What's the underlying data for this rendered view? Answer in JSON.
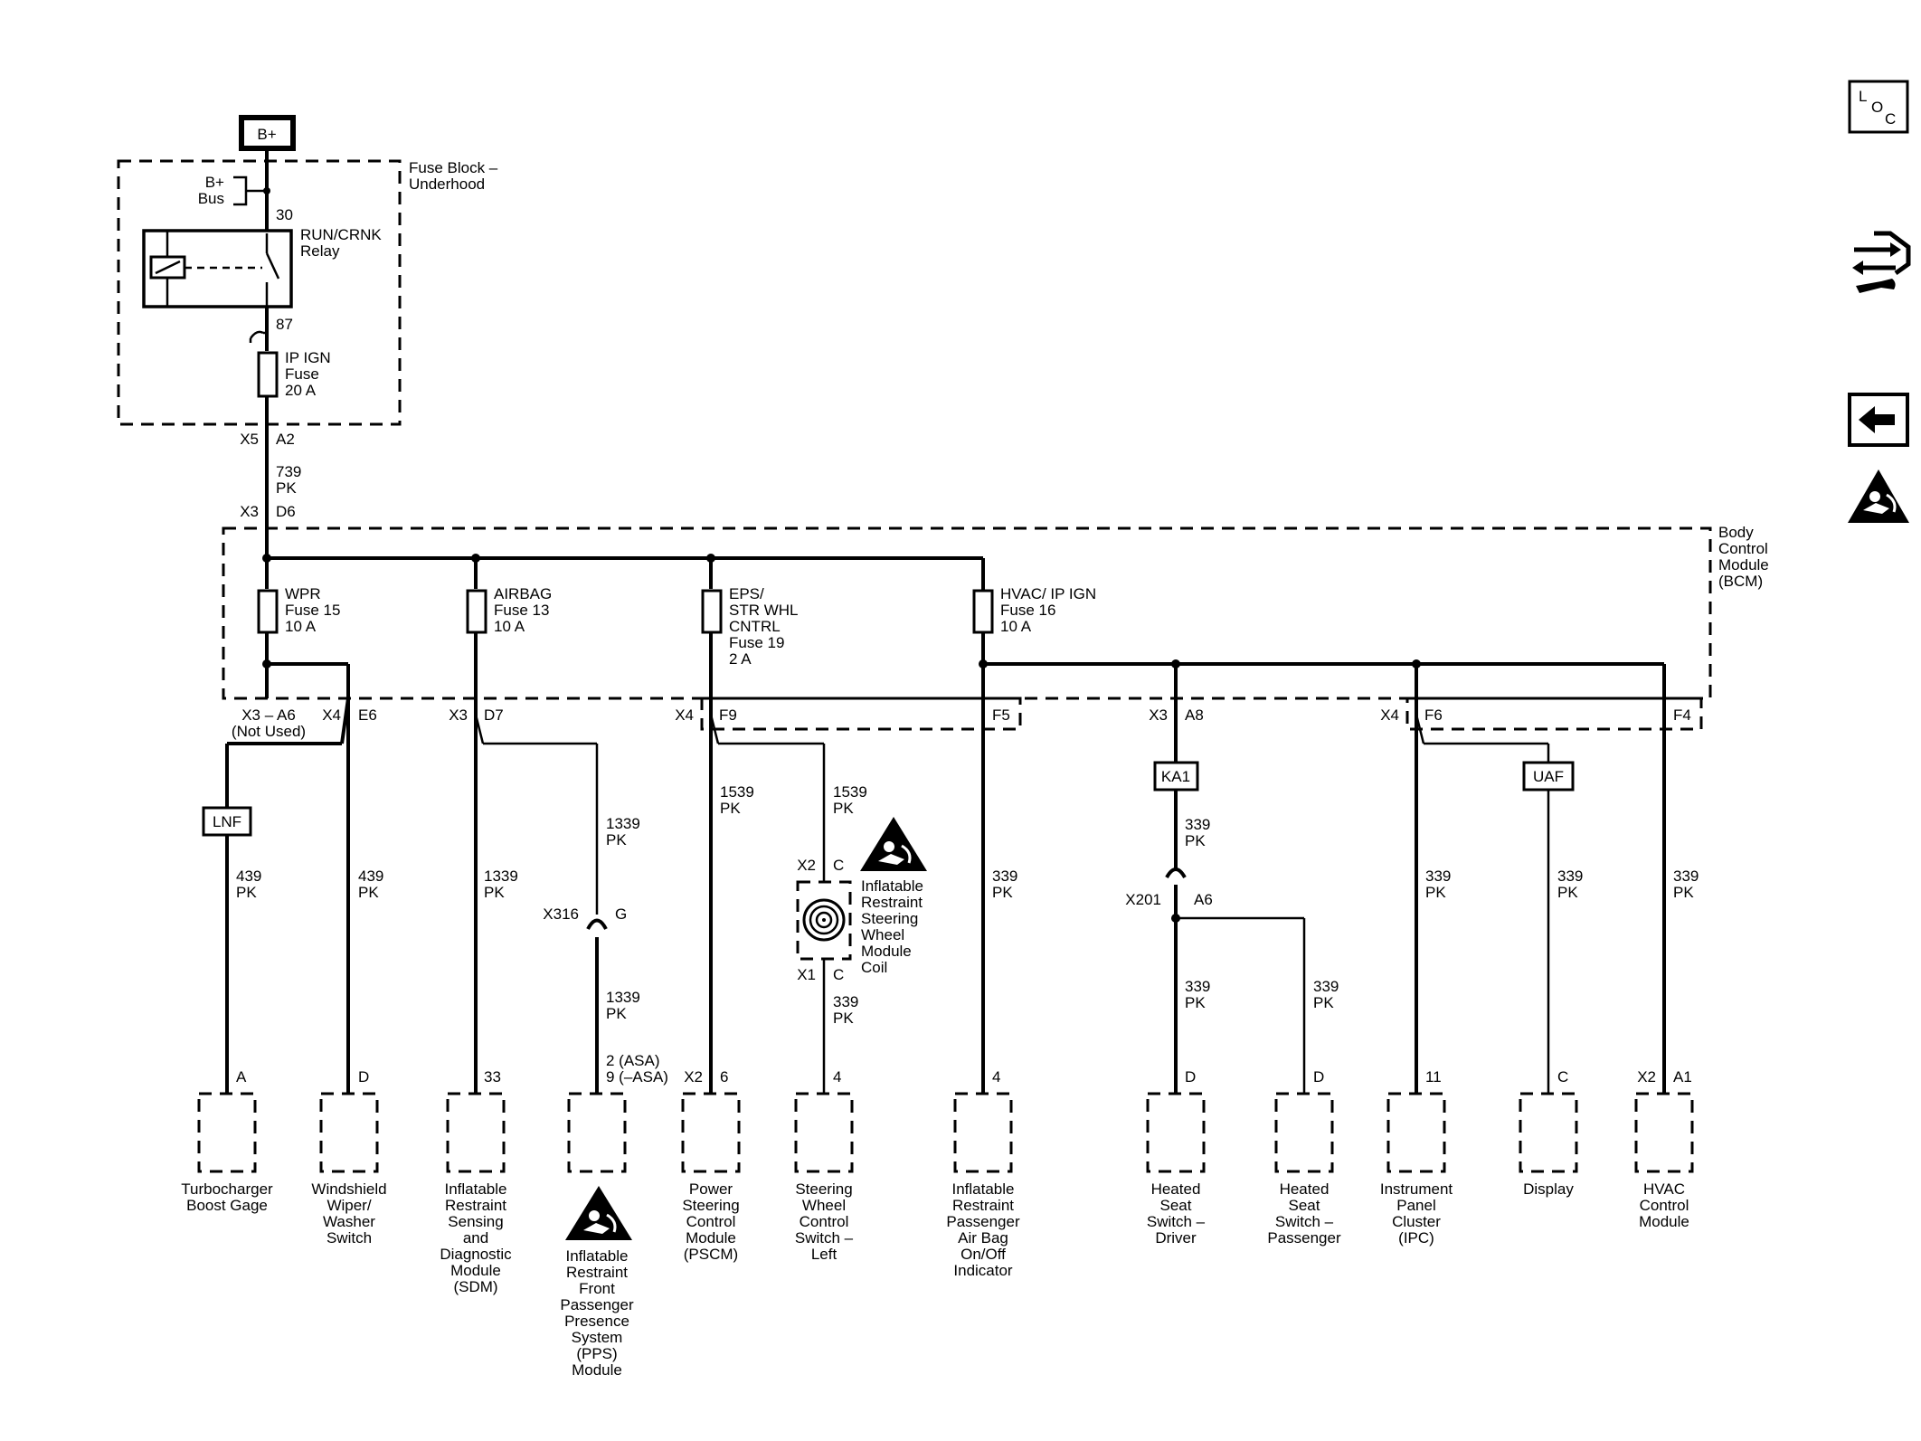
{
  "nav": {
    "loc": {
      "l": "L",
      "o": "O",
      "c": "C"
    }
  },
  "power": {
    "source": "B+",
    "bus": [
      "B+",
      "Bus"
    ],
    "fuse_block": [
      "Fuse Block –",
      "Underhood"
    ],
    "relay": [
      "RUN/CRNK",
      "Relay"
    ],
    "relay_pin_in": "30",
    "relay_pin_out": "87",
    "ip_fuse": [
      "IP IGN",
      "Fuse",
      "20 A"
    ],
    "conn_x5": "X5",
    "conn_a2": "A2",
    "wire_739": [
      "739",
      "PK"
    ],
    "conn_x3": "X3",
    "conn_d6": "D6"
  },
  "bcm": {
    "label": [
      "Body",
      "Control",
      "Module",
      "(BCM)"
    ],
    "fuses": [
      {
        "lines": [
          "WPR",
          "Fuse 15",
          "10 A"
        ]
      },
      {
        "lines": [
          "AIRBAG",
          "Fuse 13",
          "10 A"
        ]
      },
      {
        "lines": [
          "EPS/",
          "STR WHL",
          "CNTRL",
          "Fuse 19",
          "2 A"
        ]
      },
      {
        "lines": [
          "HVAC/ IP IGN",
          "Fuse 16",
          "10 A"
        ]
      }
    ],
    "connectors": {
      "x3_a6": "X3 – A6",
      "not_used": "(Not Used)",
      "x4_e6_a": "X4",
      "x4_e6_b": "E6",
      "x3_d7_a": "X3",
      "x3_d7_b": "D7",
      "x4_f9_a": "X4",
      "x4_f9_b": "F9",
      "f5": "F5",
      "x3_a8_a": "X3",
      "x3_a8_b": "A8",
      "x4_f6_a": "X4",
      "x4_f6_b": "F6",
      "f4": "F4"
    }
  },
  "options": {
    "lnf": "LNF",
    "ka1": "KA1",
    "uaf": "UAF"
  },
  "wires": {
    "w1": [
      "439",
      "PK"
    ],
    "w2": [
      "439",
      "PK"
    ],
    "w3": [
      "1339",
      "PK"
    ],
    "w4a": [
      "1339",
      "PK"
    ],
    "w4b": [
      "1339",
      "PK"
    ],
    "w5": [
      "1539",
      "PK"
    ],
    "w6a": [
      "1539",
      "PK"
    ],
    "w6b": [
      "339",
      "PK"
    ],
    "w7": [
      "339",
      "PK"
    ],
    "w8a": [
      "339",
      "PK"
    ],
    "w8b": [
      "339",
      "PK"
    ],
    "w9": [
      "339",
      "PK"
    ],
    "w10": [
      "339",
      "PK"
    ],
    "w11": [
      "339",
      "PK"
    ],
    "w12": [
      "339",
      "PK"
    ]
  },
  "inline": {
    "x316": "X316",
    "x316_pin": "G",
    "x201": "X201",
    "x201_pin": "A6",
    "coil_x2": "X2",
    "coil_x2_pin": "C",
    "coil_x1": "X1",
    "coil_x1_pin": "C",
    "coil_label": [
      "Inflatable",
      "Restraint",
      "Steering",
      "Wheel",
      "Module",
      "Coil"
    ]
  },
  "pins": {
    "p1": "A",
    "p2": "D",
    "p3": "33",
    "p4": [
      "2 (ASA)",
      "9 (–ASA)"
    ],
    "p5_conn": "X2",
    "p5": "6",
    "p6": "4",
    "p7": "4",
    "p8": "D",
    "p9": "D",
    "p10": "11",
    "p11": "C",
    "p12_conn": "X2",
    "p12": "A1"
  },
  "components": [
    [
      "Turbocharger",
      "Boost Gage"
    ],
    [
      "Windshield",
      "Wiper/",
      "Washer",
      "Switch"
    ],
    [
      "Inflatable",
      "Restraint",
      "Sensing",
      "and",
      "Diagnostic",
      "Module",
      "(SDM)"
    ],
    [
      "Inflatable",
      "Restraint",
      "Front",
      "Passenger",
      "Presence",
      "System",
      "(PPS)",
      "Module"
    ],
    [
      "Power",
      "Steering",
      "Control",
      "Module",
      "(PSCM)"
    ],
    [
      "Steering",
      "Wheel",
      "Control",
      "Switch –",
      "Left"
    ],
    [
      "Inflatable",
      "Restraint",
      "Passenger",
      "Air Bag",
      "On/Off",
      "Indicator"
    ],
    [
      "Heated",
      "Seat",
      "Switch –",
      "Driver"
    ],
    [
      "Heated",
      "Seat",
      "Switch –",
      "Passenger"
    ],
    [
      "Instrument",
      "Panel",
      "Cluster",
      "(IPC)"
    ],
    [
      "Display"
    ],
    [
      "HVAC",
      "Control",
      "Module"
    ]
  ]
}
